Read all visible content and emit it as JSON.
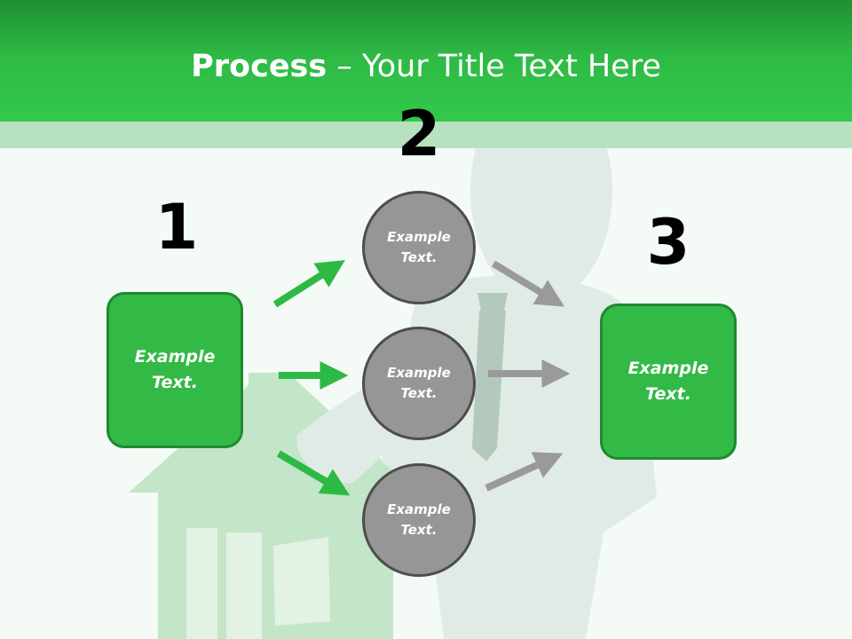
{
  "slide": {
    "title_bold": "Process",
    "title_rest": " – Your Title Text Here"
  },
  "steps": [
    {
      "number": "1",
      "text": "Example Text."
    },
    {
      "number": "2",
      "items": [
        "Example Text.",
        "Example Text.",
        "Example Text."
      ]
    },
    {
      "number": "3",
      "text": "Example Text."
    }
  ],
  "colors": {
    "header_green": "#2eb945",
    "box_green": "#33b946",
    "arrow_green": "#2eb945",
    "circle_gray": "#969696",
    "arrow_gray": "#9a9a9a"
  }
}
